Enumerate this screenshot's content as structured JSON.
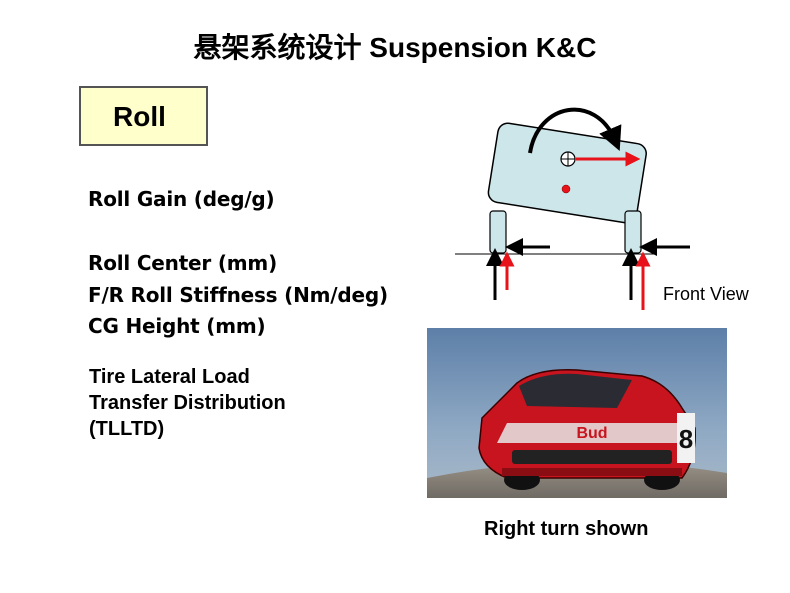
{
  "slide": {
    "title": "悬架系统设计 Suspension K&C",
    "roll_label": "Roll",
    "metrics": [
      "Roll Gain (deg/g)",
      "Roll Center (mm)",
      "F/R Roll Stiffness (Nm/deg)",
      "CG Height (mm)"
    ],
    "tlltd_lines": [
      "Tire Lateral Load",
      "Transfer Distribution",
      "(TLLTD)"
    ],
    "diagram_label": "Front View",
    "caption": "Right turn shown"
  },
  "icons": {
    "roll_arrow": "curved-roll-arrow",
    "cg_marker": "center-of-gravity-symbol",
    "roll_center": "roll-center-dot"
  },
  "colors": {
    "body_fill": "#cde6ea",
    "force_red": "#e8131a",
    "roll_box_fill": "#ffffcc",
    "car_red": "#c8141e"
  }
}
